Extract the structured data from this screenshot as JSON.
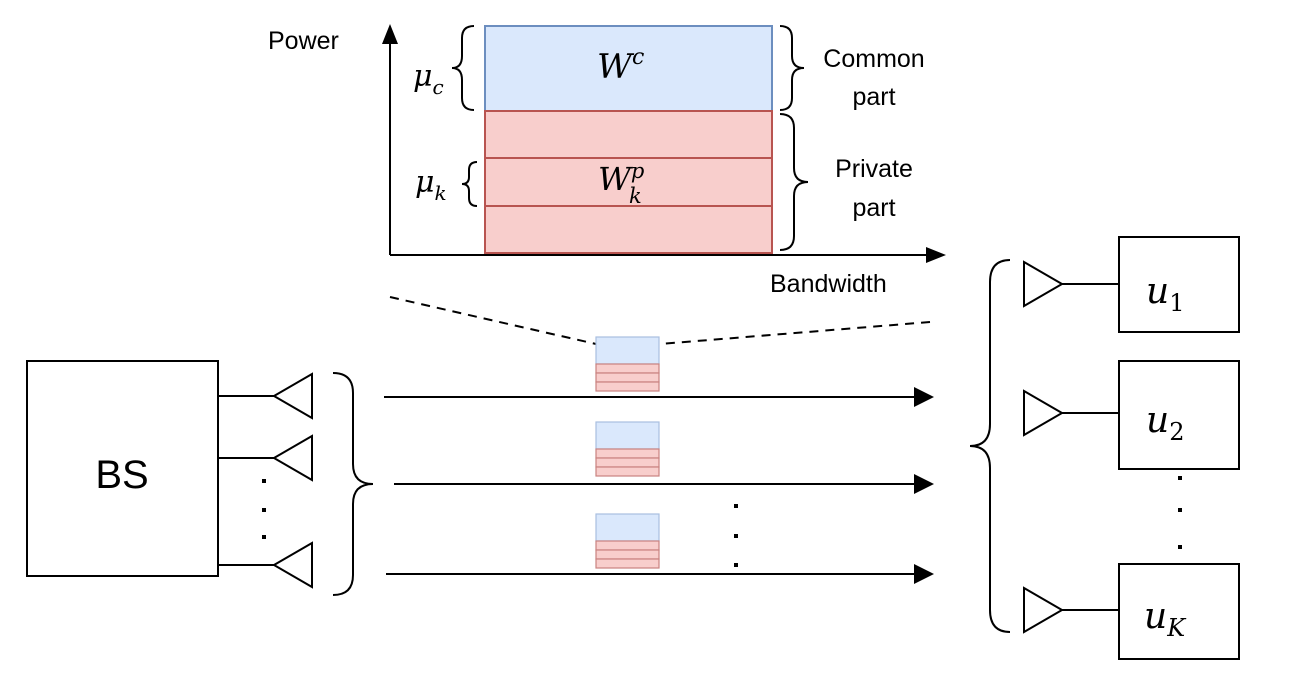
{
  "axes": {
    "y_label": "Power",
    "x_label": "Bandwidth"
  },
  "blocks": {
    "common_symbol_base": "W",
    "common_symbol_sup": "c",
    "private_symbol_base": "W",
    "private_symbol_sup": "p",
    "private_symbol_sub": "k"
  },
  "braces": {
    "mu_c_base": "μ",
    "mu_c_sub": "c",
    "mu_k_base": "μ",
    "mu_k_sub": "k",
    "common_line1": "Common",
    "common_line2": "part",
    "private_line1": "Private",
    "private_line2": "part"
  },
  "base_station": {
    "label": "BS"
  },
  "users": [
    {
      "base": "u",
      "sub": "1"
    },
    {
      "base": "u",
      "sub": "2"
    },
    {
      "base": "u",
      "sub": "K"
    }
  ],
  "colors": {
    "common_fill": "#dae8fc",
    "common_stroke": "#6c8ebf",
    "private_fill": "#f8cecc",
    "private_stroke": "#b85450"
  }
}
